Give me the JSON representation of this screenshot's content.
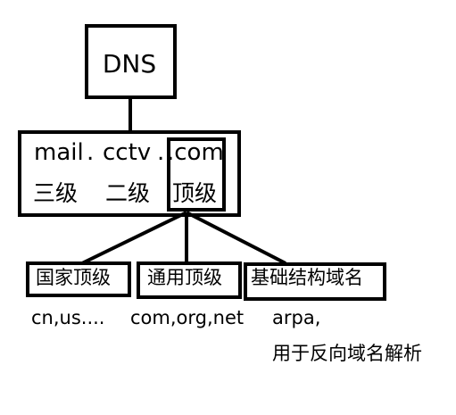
{
  "root": {
    "label": "DNS"
  },
  "domain": {
    "parts": [
      "mail",
      ".",
      "cctv",
      ".",
      ".com"
    ],
    "levels": [
      "三级",
      "二级",
      "顶级"
    ]
  },
  "tld_types": [
    {
      "label": "国家顶级",
      "examples": "cn,us...."
    },
    {
      "label": "通用顶级",
      "examples": "com,org,net"
    },
    {
      "label": "基础结构域名",
      "examples": "arpa,",
      "note": "用于反向域名解析"
    }
  ],
  "colors": {
    "stroke": "#000000",
    "background": "#ffffff"
  }
}
